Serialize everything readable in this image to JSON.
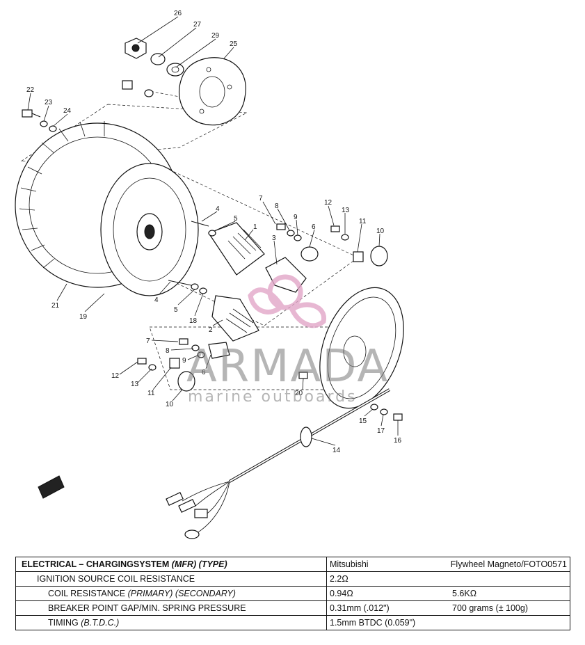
{
  "diagram": {
    "callouts": [
      {
        "id": "26",
        "label": "26"
      },
      {
        "id": "27",
        "label": "27"
      },
      {
        "id": "29",
        "label": "29"
      },
      {
        "id": "25",
        "label": "25"
      },
      {
        "id": "22",
        "label": "22"
      },
      {
        "id": "23",
        "label": "23"
      },
      {
        "id": "24",
        "label": "24"
      },
      {
        "id": "4a",
        "label": "4"
      },
      {
        "id": "5a",
        "label": "5"
      },
      {
        "id": "1",
        "label": "1"
      },
      {
        "id": "7a",
        "label": "7"
      },
      {
        "id": "8a",
        "label": "8"
      },
      {
        "id": "9a",
        "label": "9"
      },
      {
        "id": "6a",
        "label": "6"
      },
      {
        "id": "3",
        "label": "3"
      },
      {
        "id": "12a",
        "label": "12"
      },
      {
        "id": "13a",
        "label": "13"
      },
      {
        "id": "11a",
        "label": "11"
      },
      {
        "id": "10a",
        "label": "10"
      },
      {
        "id": "21",
        "label": "21"
      },
      {
        "id": "19",
        "label": "19"
      },
      {
        "id": "4b",
        "label": "4"
      },
      {
        "id": "5b",
        "label": "5"
      },
      {
        "id": "18",
        "label": "18"
      },
      {
        "id": "2",
        "label": "2"
      },
      {
        "id": "7b",
        "label": "7"
      },
      {
        "id": "8b",
        "label": "8"
      },
      {
        "id": "9b",
        "label": "9"
      },
      {
        "id": "6b",
        "label": "6"
      },
      {
        "id": "12b",
        "label": "12"
      },
      {
        "id": "13b",
        "label": "13"
      },
      {
        "id": "11b",
        "label": "11"
      },
      {
        "id": "10b",
        "label": "10"
      },
      {
        "id": "20",
        "label": "20"
      },
      {
        "id": "15",
        "label": "15"
      },
      {
        "id": "17",
        "label": "17"
      },
      {
        "id": "16",
        "label": "16"
      },
      {
        "id": "14",
        "label": "14"
      }
    ]
  },
  "watermark": {
    "brand": "ARMADA",
    "tagline": "marine outboards",
    "brand_color": "#e2a6c8"
  },
  "spec_table": {
    "header": {
      "label_plain": "ELECTRICAL – CHARGINGSYSTEM",
      "label_italic": "(MFR) (TYPE)",
      "value1": "Mitsubishi",
      "value2": "Flywheel Magneto/FOTO0571"
    },
    "row1": {
      "label": "IGNITION SOURCE COIL RESISTANCE",
      "value1": "2.2Ω"
    },
    "row2": {
      "label_plain": "COIL RESISTANCE",
      "label_italic": "(PRIMARY) (SECONDARY)",
      "value1": "0.94Ω",
      "value2": "5.6KΩ"
    },
    "row3": {
      "label": "BREAKER POINT GAP/MIN. SPRING PRESSURE",
      "value1": "0.31mm (.012\")",
      "value2": "700 grams (± 100g)"
    },
    "row4": {
      "label_plain": "TIMING",
      "label_italic": "(B.T.D.C.)",
      "value1": "1.5mm BTDC (0.059\")"
    }
  }
}
